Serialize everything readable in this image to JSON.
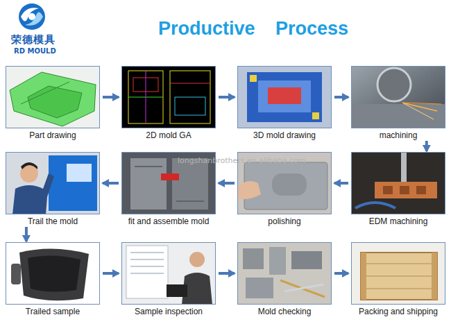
{
  "diagram": {
    "title": "Productive Process",
    "nodes": [
      {
        "text": [
          "Part drawing"
        ]
      },
      {
        "text": [
          "2D mold GA"
        ]
      },
      {
        "text": [
          "3D mold drawing"
        ]
      },
      {
        "text": [
          "machining"
        ]
      },
      {
        "text": [
          "Trail the mold"
        ]
      },
      {
        "text": [
          "fit and assemble mold"
        ]
      },
      {
        "text": [
          "polishing"
        ]
      },
      {
        "text": [
          "EDM machining"
        ]
      },
      {
        "text": [
          "Trailed sample"
        ]
      },
      {
        "text": [
          "Sample inspection"
        ]
      },
      {
        "text": [
          "Mold checking"
        ]
      },
      {
        "text": [
          "Packing and shipping"
        ]
      }
    ],
    "edges": [
      {
        "from": 0,
        "to": 1,
        "arrow": "to"
      },
      {
        "from": 1,
        "to": 2,
        "arrow": "to"
      },
      {
        "from": 2,
        "to": 3,
        "arrow": "to"
      },
      {
        "from": 3,
        "to": 7,
        "arrow": "to"
      },
      {
        "from": 7,
        "to": 6,
        "arrow": "to"
      },
      {
        "from": 6,
        "to": 5,
        "arrow": "to"
      },
      {
        "from": 5,
        "to": 4,
        "arrow": "to"
      },
      {
        "from": 4,
        "to": 8,
        "arrow": "to"
      },
      {
        "from": 8,
        "to": 9,
        "arrow": "to"
      },
      {
        "from": 9,
        "to": 10,
        "arrow": "to"
      },
      {
        "from": 10,
        "to": 11,
        "arrow": "to"
      }
    ],
    "labels": [
      "荣德模具",
      "RD MOULD",
      "longshanbrothers.en.alibaba.com"
    ]
  }
}
